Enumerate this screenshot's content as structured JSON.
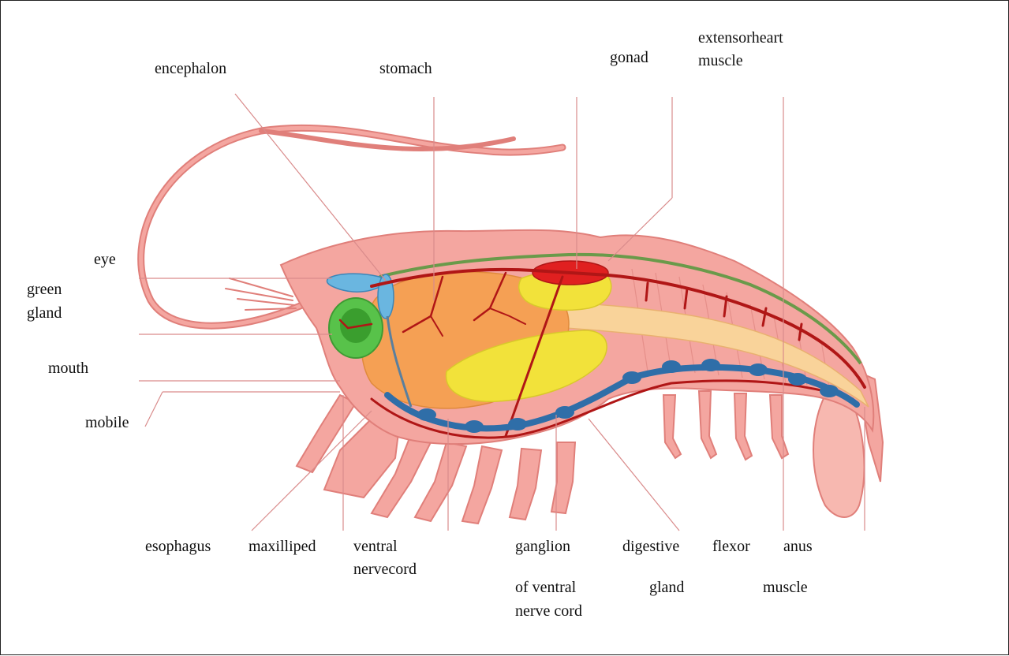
{
  "labels": {
    "encephalon": "encephalon",
    "stomach": "stomach",
    "gonad": "gonad",
    "extensor_line1": "extensorheart",
    "extensor_line2": "muscle",
    "eye": "eye",
    "green_gland_line1": "green",
    "green_gland_line2": "gland",
    "mouth": "mouth",
    "mobile": "mobile",
    "esophagus": "esophagus",
    "maxilliped": "maxilliped",
    "ventral_line1": "ventral",
    "ventral_line2": "nervecord",
    "ganglion_line1": "ganglion",
    "ganglion_line2": "of ventral",
    "ganglion_line3": "nerve cord",
    "digestive_line1": "digestive",
    "digestive_line2": "gland",
    "flexor": "flexor",
    "anus": "anus",
    "flexor_muscle": "muscle"
  },
  "colors": {
    "body_shell": "#f4a6a0",
    "shell_outline": "#e07f7a",
    "stomach_orange": "#f5a054",
    "digestive_gland_yellow": "#f2e23a",
    "green_gland": "#58c24a",
    "heart_red": "#e02020",
    "blood_vessel": "#b01616",
    "ventral_vessel_blue": "#2f6ea8",
    "eye_blue": "#6ab6e0",
    "intestine": "#f9d39a",
    "leader_line": "#d98b8b"
  }
}
